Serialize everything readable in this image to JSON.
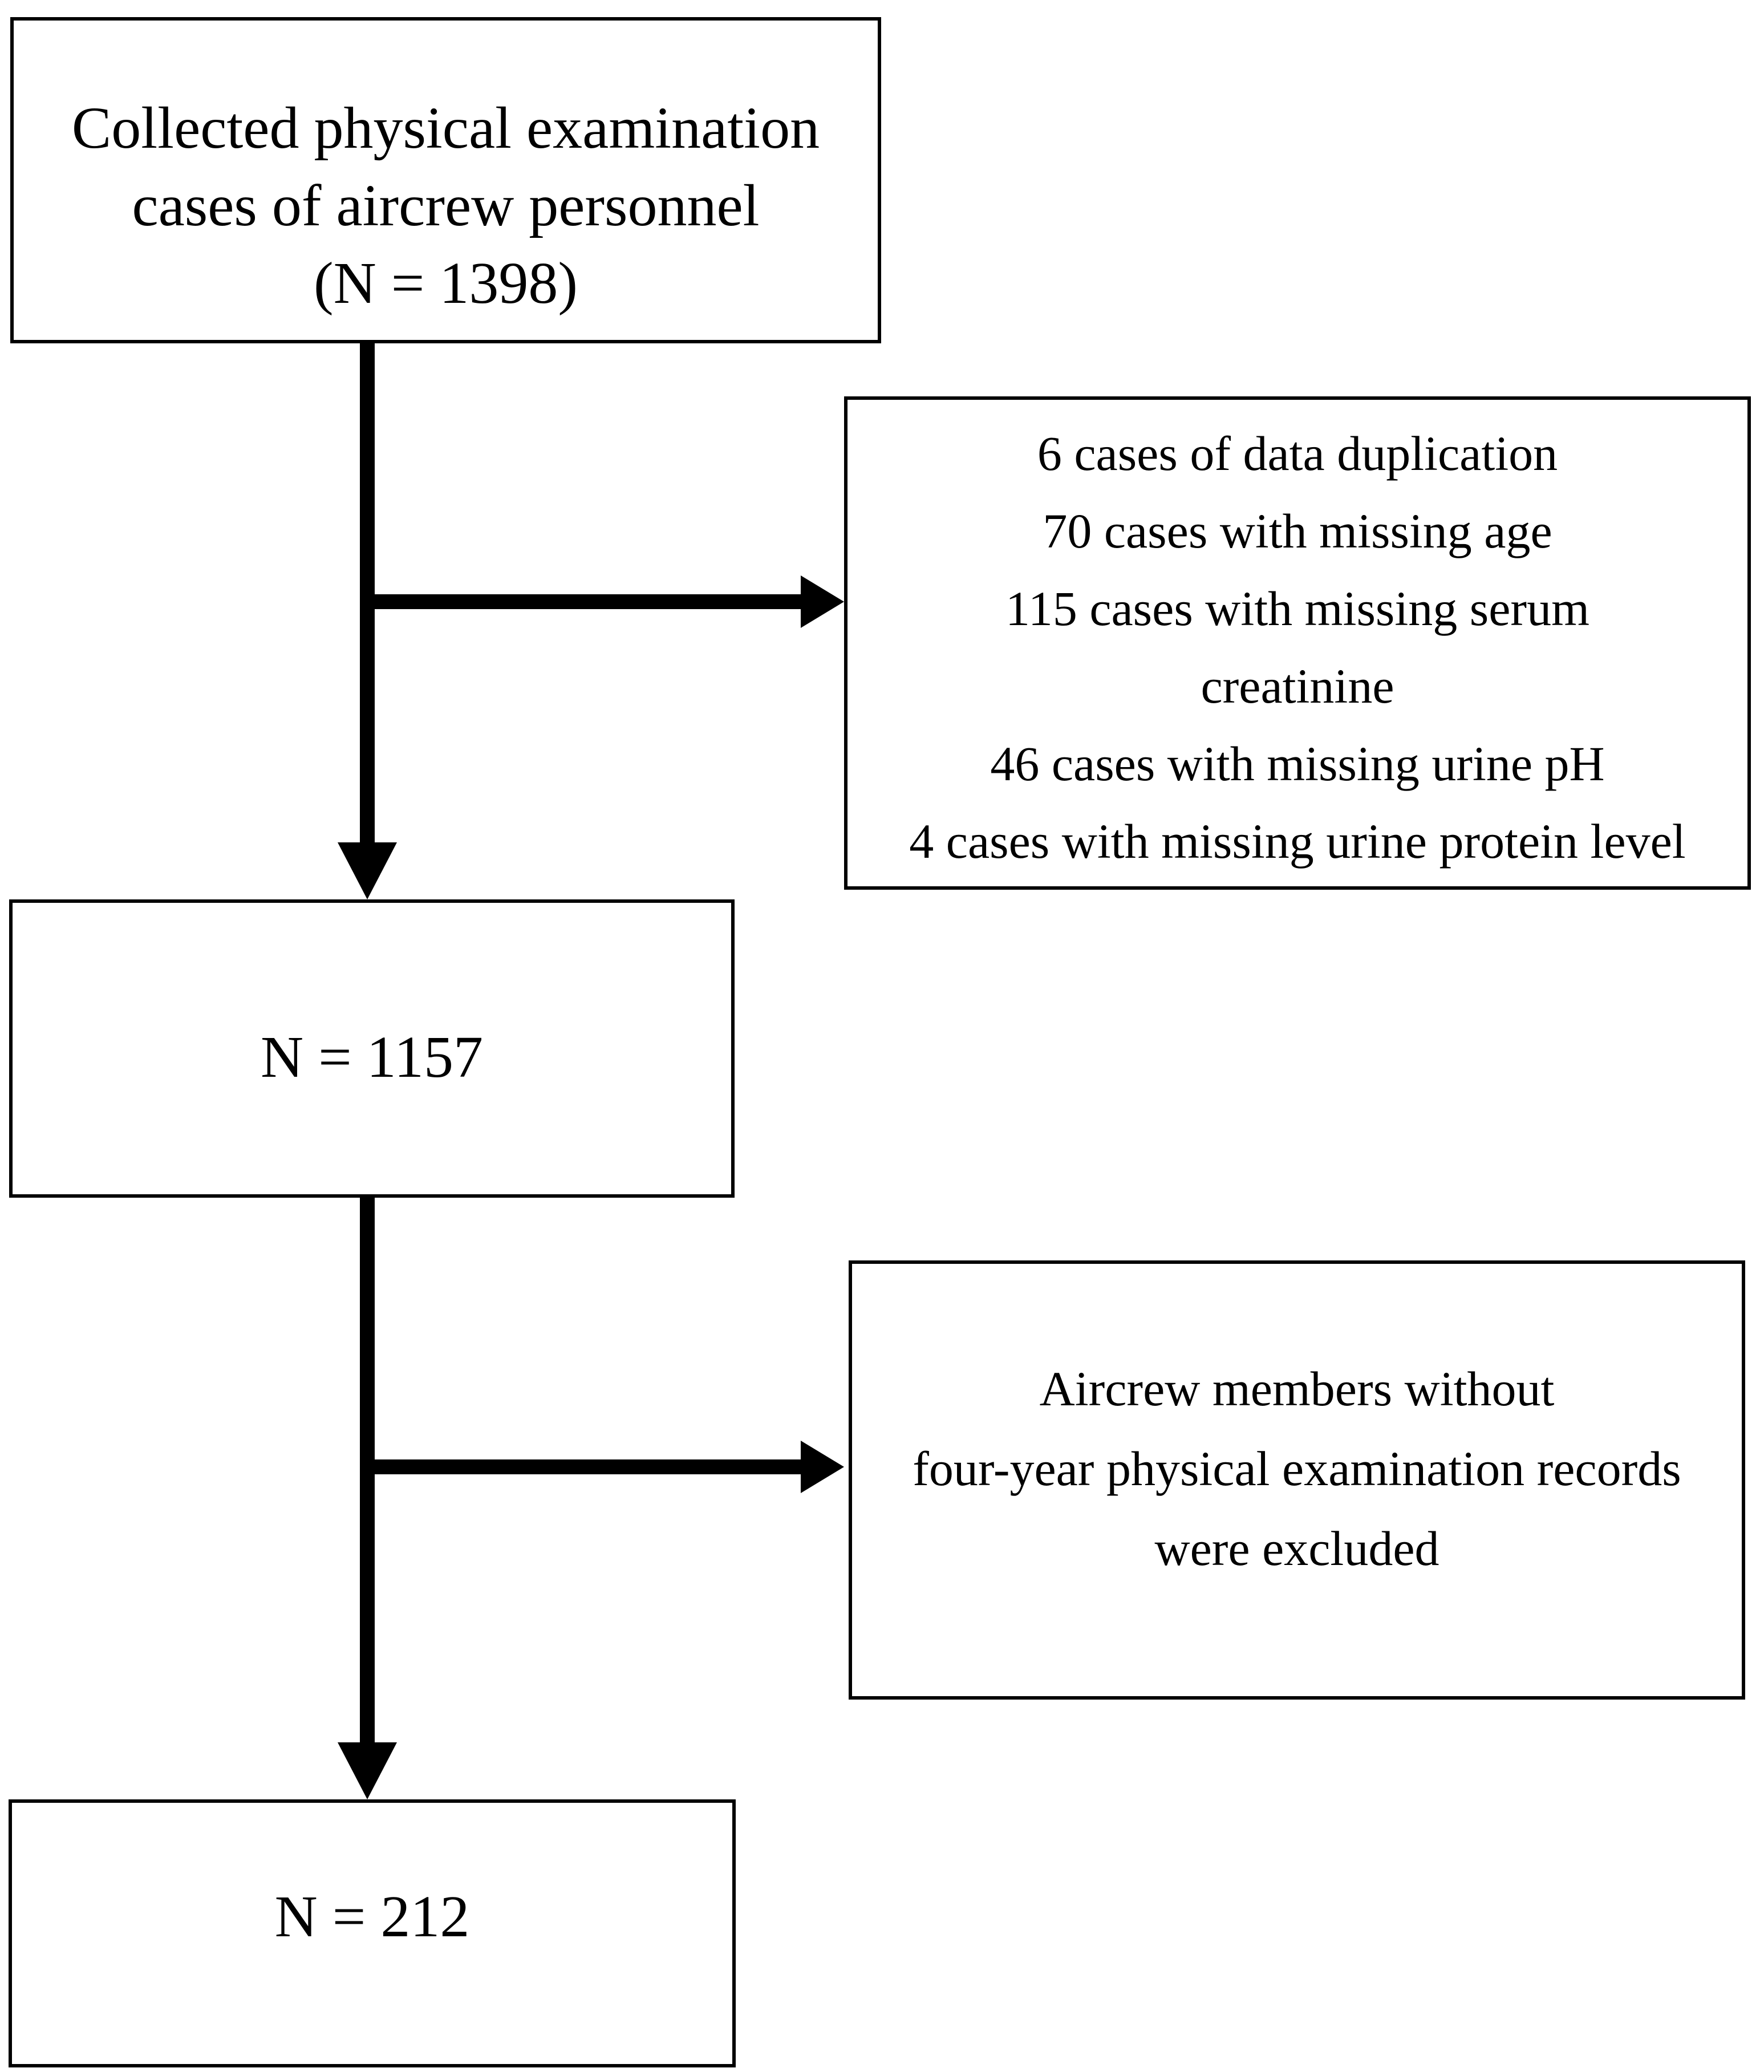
{
  "figure": {
    "type": "study-enrollment-flowchart",
    "colors": {
      "background": "#ffffff",
      "border": "#000000",
      "text": "#000000",
      "arrow": "#000000"
    },
    "nodes": {
      "collected": {
        "lines": [
          "Collected physical examination",
          "cases of aircrew personnel",
          "(N = 1398)"
        ]
      },
      "excluded_missing": {
        "lines": [
          "6 cases of data duplication",
          "70 cases with missing age",
          "115 cases with missing serum",
          "creatinine",
          "46 cases with missing urine pH",
          "4 cases with missing urine protein level"
        ]
      },
      "after_cleaning": {
        "label": "N = 1157"
      },
      "excluded_no_records": {
        "lines": [
          "Aircrew members without",
          "four-year physical examination records",
          "were excluded"
        ]
      },
      "final_sample": {
        "label": "N = 212"
      }
    }
  }
}
